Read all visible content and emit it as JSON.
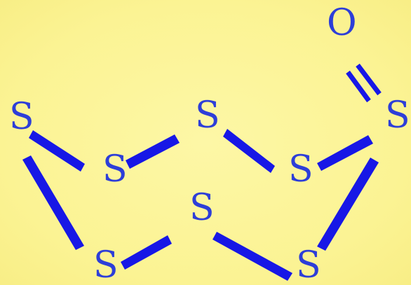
{
  "colors": {
    "background": "#fcf69a",
    "bond": "#1717e6",
    "atom_label": "#2d3ed8"
  },
  "atoms": [
    {
      "id": "s-top-left",
      "symbol": "S"
    },
    {
      "id": "s-left-inner",
      "symbol": "S"
    },
    {
      "id": "s-top-center",
      "symbol": "S"
    },
    {
      "id": "s-right-inner",
      "symbol": "S"
    },
    {
      "id": "s-top-right",
      "symbol": "S"
    },
    {
      "id": "o-top",
      "symbol": "O"
    },
    {
      "id": "s-middle",
      "symbol": "S"
    },
    {
      "id": "s-bottom-left",
      "symbol": "S"
    },
    {
      "id": "s-bottom-right",
      "symbol": "S"
    }
  ],
  "bonds": [
    {
      "id": "bond-s1-s2",
      "from": "s-top-left",
      "to": "s-left-inner",
      "order": 1
    },
    {
      "id": "bond-s2-s3",
      "from": "s-left-inner",
      "to": "s-top-center",
      "order": 1
    },
    {
      "id": "bond-s3-s4",
      "from": "s-top-center",
      "to": "s-right-inner",
      "order": 1
    },
    {
      "id": "bond-s4-s5",
      "from": "s-right-inner",
      "to": "s-top-right",
      "order": 1
    },
    {
      "id": "bond-s5-o",
      "from": "s-top-right",
      "to": "o-top",
      "order": 2
    },
    {
      "id": "bond-s1-s8",
      "from": "s-top-left",
      "to": "s-bottom-left",
      "order": 1
    },
    {
      "id": "bond-s8-s7",
      "from": "s-bottom-left",
      "to": "s-middle",
      "order": 1
    },
    {
      "id": "bond-s7-s9",
      "from": "s-middle",
      "to": "s-bottom-right",
      "order": 1
    },
    {
      "id": "bond-s9-s5",
      "from": "s-bottom-right",
      "to": "s-top-right",
      "order": 1
    }
  ]
}
